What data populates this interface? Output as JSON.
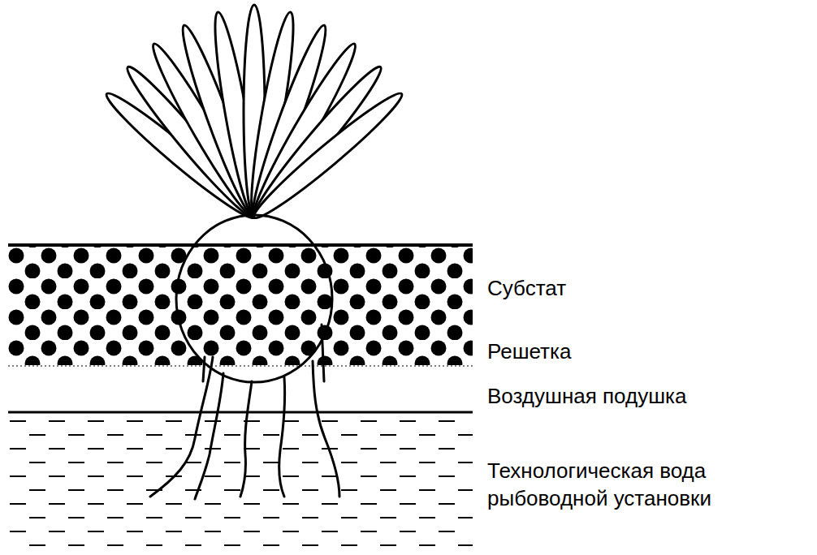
{
  "diagram": {
    "labels": [
      "Субстат",
      "Решетка",
      "Воздушная подушка",
      "Технологическая вода рыбоводной установки"
    ]
  }
}
